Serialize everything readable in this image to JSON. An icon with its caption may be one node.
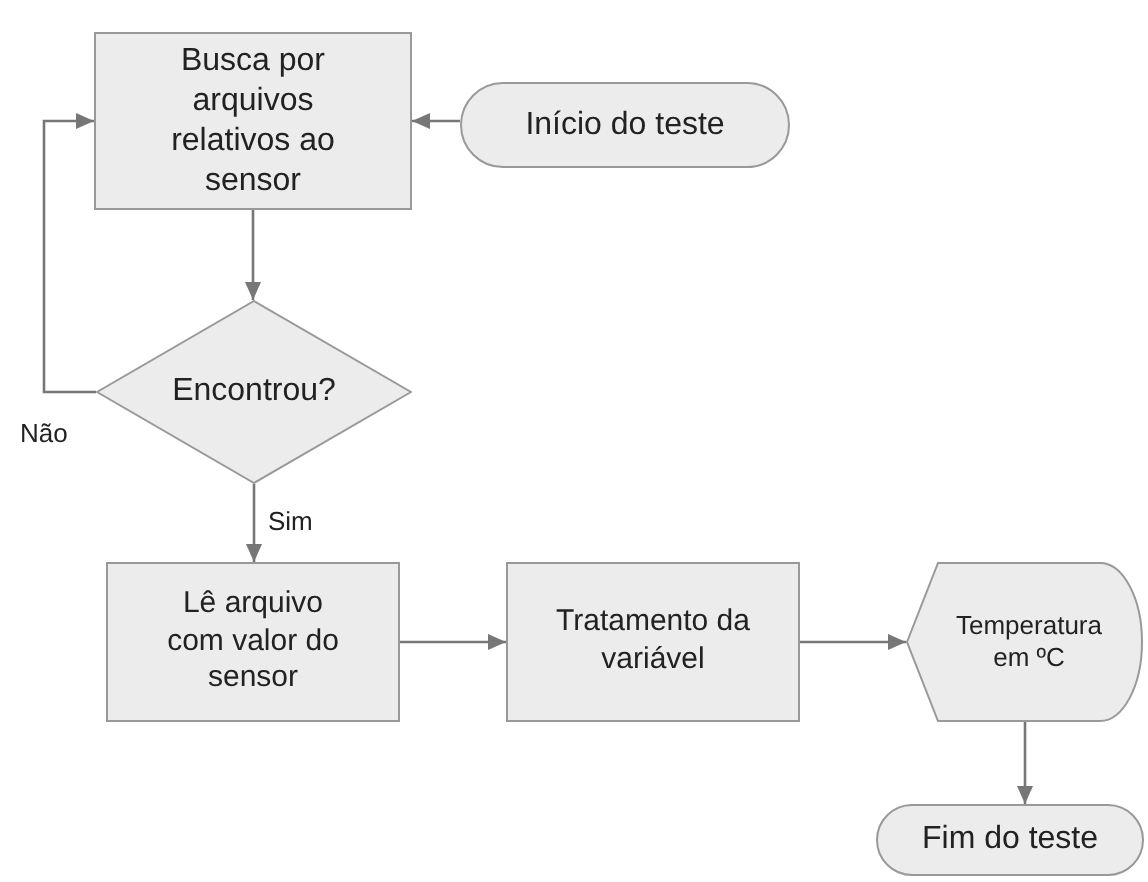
{
  "diagram": {
    "nodes": [
      {
        "text": [
          "Busca por arquivos relativos ao sensor"
        ]
      },
      {
        "text": [
          "Início do teste"
        ]
      },
      {
        "text": [
          "Encontrou?"
        ]
      },
      {
        "text": [
          "Lê arquivo com valor do sensor"
        ]
      },
      {
        "text": [
          "Tratamento da variável"
        ]
      },
      {
        "text": [
          "Temperatura em ºC"
        ]
      },
      {
        "text": [
          "Fim do teste"
        ]
      }
    ],
    "edges": [
      {
        "from": 1,
        "to": 0,
        "arrow": "to"
      },
      {
        "from": 0,
        "to": 2,
        "arrow": "to"
      },
      {
        "from": 2,
        "to": 0,
        "arrow": "to",
        "label": "Não"
      },
      {
        "from": 2,
        "to": 3,
        "arrow": "to",
        "label": "Sim"
      },
      {
        "from": 3,
        "to": 4,
        "arrow": "to"
      },
      {
        "from": 4,
        "to": 5,
        "arrow": "to"
      },
      {
        "from": 5,
        "to": 6,
        "arrow": "to"
      }
    ]
  }
}
